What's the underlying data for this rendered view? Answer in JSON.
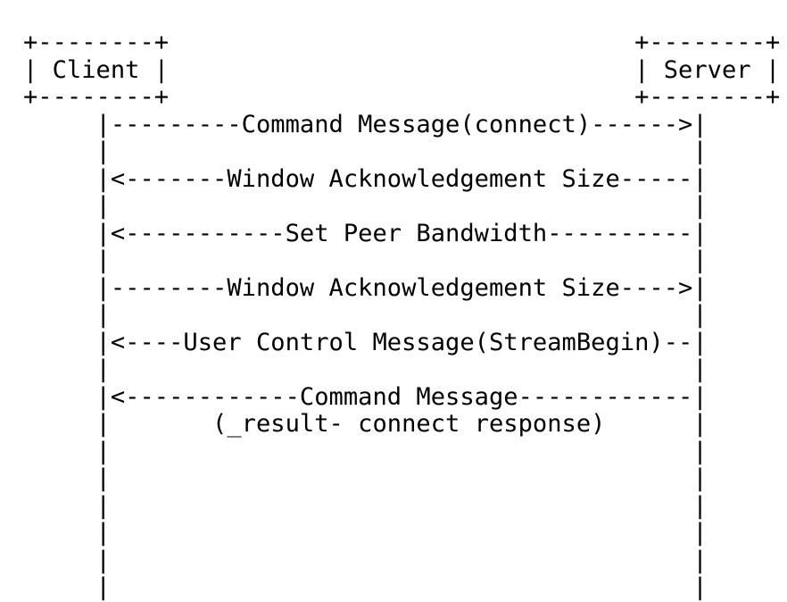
{
  "diagram": {
    "lines": [
      "+--------+                                +--------+",
      "| Client |                                | Server |",
      "+--------+                                +--------+",
      "     |---------Command Message(connect)------>|",
      "     |                                        |",
      "     |<-------Window Acknowledgement Size-----|",
      "     |                                        |",
      "     |<-----------Set Peer Bandwidth----------|",
      "     |                                        |",
      "     |--------Window Acknowledgement Size---->|",
      "     |                                        |",
      "     |<----User Control Message(StreamBegin)--|",
      "     |                                        |",
      "     |<------------Command Message------------|",
      "     |       (_result- connect response)      |",
      "     |                                        |",
      "     |                                        |",
      "     |                                        |",
      "     |                                        |",
      "     |                                        |",
      "     |                                        |"
    ]
  }
}
